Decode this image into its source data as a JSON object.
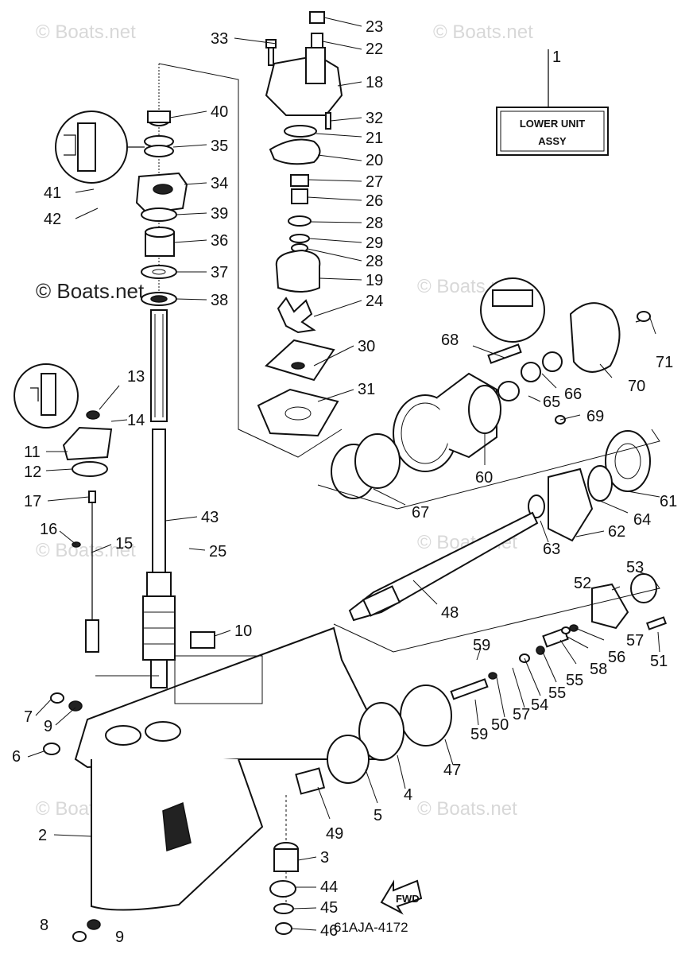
{
  "watermarks": [
    "© Boats.net",
    "© Boats.net",
    "© Boats.net",
    "© Boats.net",
    "© Boats.net",
    "© Boats.net",
    "© Boats.net",
    "© Boats.net"
  ],
  "main_watermark": "© Boats.net",
  "title_box": {
    "line1": "LOWER UNIT",
    "line2": "ASSY",
    "ref": "1"
  },
  "diagram_code": "61AJA-4172",
  "fwd_label": "FWD",
  "callouts": {
    "c2": "2",
    "c3": "3",
    "c4": "4",
    "c5": "5",
    "c6": "6",
    "c7": "7",
    "c8": "8",
    "c9a": "9",
    "c9b": "9",
    "c10": "10",
    "c11": "11",
    "c12": "12",
    "c13": "13",
    "c14": "14",
    "c15": "15",
    "c16": "16",
    "c17": "17",
    "c18": "18",
    "c19": "19",
    "c20": "20",
    "c21": "21",
    "c22": "22",
    "c23": "23",
    "c24": "24",
    "c25": "25",
    "c26": "26",
    "c27": "27",
    "c28a": "28",
    "c28b": "28",
    "c29": "29",
    "c30": "30",
    "c31": "31",
    "c32": "32",
    "c33": "33",
    "c34": "34",
    "c35": "35",
    "c36": "36",
    "c37": "37",
    "c38": "38",
    "c39": "39",
    "c40": "40",
    "c41": "41",
    "c42": "42",
    "c43": "43",
    "c44": "44",
    "c45": "45",
    "c46": "46",
    "c47": "47",
    "c48": "48",
    "c49": "49",
    "c50": "50",
    "c51": "51",
    "c52": "52",
    "c53": "53",
    "c54": "54",
    "c55a": "55",
    "c55b": "55",
    "c56": "56",
    "c57a": "57",
    "c57b": "57",
    "c58": "58",
    "c59a": "59",
    "c59b": "59",
    "c60": "60",
    "c61": "61",
    "c62": "62",
    "c63": "63",
    "c64": "64",
    "c65": "65",
    "c66": "66",
    "c67": "67",
    "c68": "68",
    "c69": "69",
    "c70": "70",
    "c71": "71"
  }
}
